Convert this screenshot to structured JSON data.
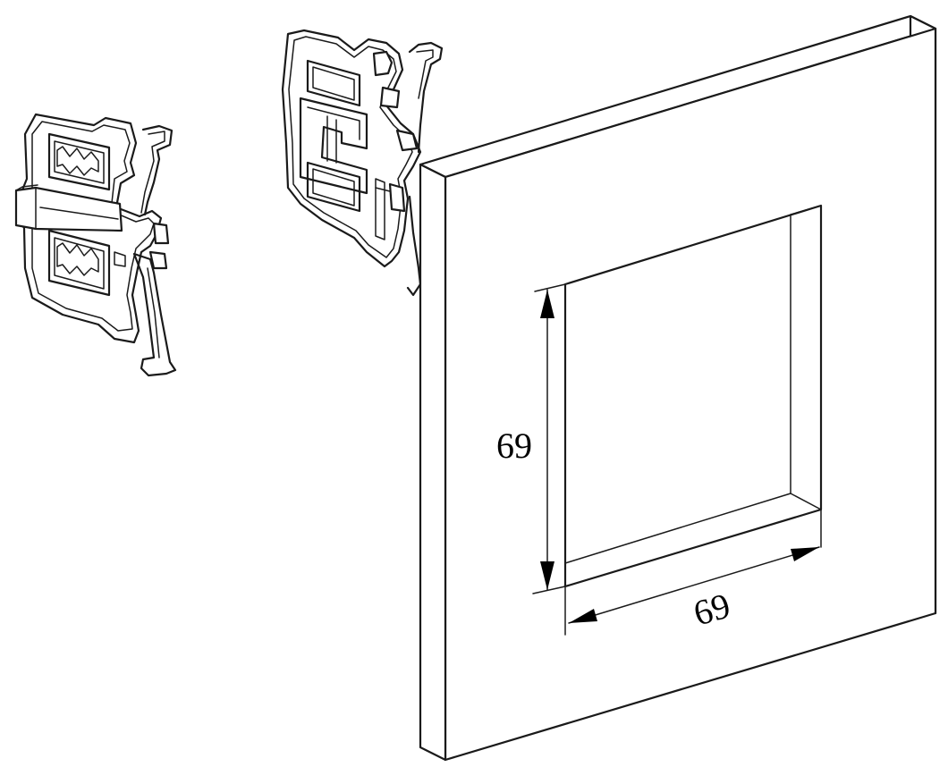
{
  "dimensions": {
    "height_label": "69",
    "width_label": "69"
  },
  "parts": {
    "clip_left_icon": "mounting-clip",
    "clip_right_icon": "mounting-clip",
    "frame_icon": "square-wall-plate-frame"
  },
  "colors": {
    "line": "#1a1a1a",
    "background": "#ffffff"
  }
}
